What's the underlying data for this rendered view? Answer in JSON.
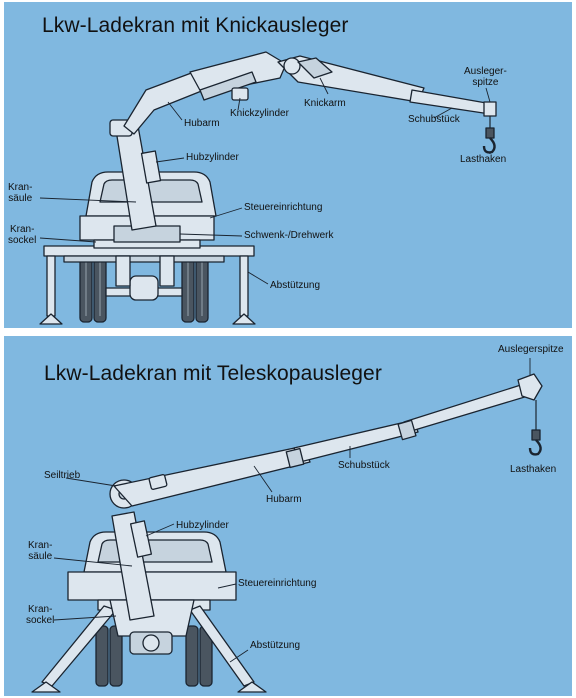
{
  "colors": {
    "background": "#80b8e0",
    "machine_fill": "#dde6ee",
    "outline": "#1a2430",
    "tire": "#4a5560"
  },
  "panel_top": {
    "title": "Lkw-Ladekran mit Knickausleger",
    "labels": {
      "auslegerspitze_1": "Ausleger-",
      "auslegerspitze_2": "spitze",
      "knickarm": "Knickarm",
      "knickzylinder": "Knickzylinder",
      "hubarm": "Hubarm",
      "schubstueck": "Schubstück",
      "lasthaken": "Lasthaken",
      "hubzylinder": "Hubzylinder",
      "kransaeule_1": "Kran-",
      "kransaeule_2": "säule",
      "steuereinrichtung": "Steuereinrichtung",
      "kransockel_1": "Kran-",
      "kransockel_2": "sockel",
      "schwenkwerk": "Schwenk-/Drehwerk",
      "abstuetzung": "Abstützung"
    }
  },
  "panel_bottom": {
    "title": "Lkw-Ladekran mit Teleskopausleger",
    "labels": {
      "auslegerspitze": "Auslegerspitze",
      "seiltrieb": "Seiltrieb",
      "schubstueck": "Schubstück",
      "lasthaken": "Lasthaken",
      "hubarm": "Hubarm",
      "hubzylinder": "Hubzylinder",
      "kransaeule_1": "Kran-",
      "kransaeule_2": "säule",
      "steuereinrichtung": "Steuereinrichtung",
      "kransockel_1": "Kran-",
      "kransockel_2": "sockel",
      "abstuetzung": "Abstützung"
    }
  }
}
